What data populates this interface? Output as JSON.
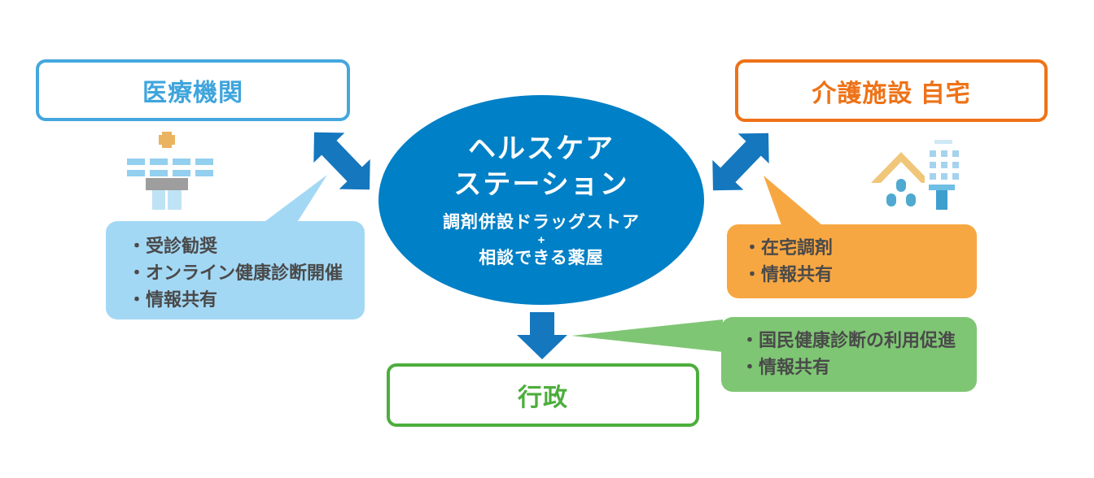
{
  "colors": {
    "hub_fill": "#0080C6",
    "arrow": "#1577BE",
    "medical_accent": "#3FA5DC",
    "medical_border": "#45A7DE",
    "medical_callout_fill": "#A3D8F5",
    "care_accent": "#EE7217",
    "care_callout_fill": "#F7A742",
    "government_accent": "#4CAE3C",
    "government_callout_fill": "#7FC674",
    "callout_text": "#4A4A4A"
  },
  "hub": {
    "title_line1": "ヘルスケア",
    "title_line2": "ステーション",
    "subtitle_line1": "調剤併設ドラッグストア",
    "subtitle_connector": "+",
    "subtitle_line2": "相談できる薬屋"
  },
  "medical": {
    "label": "医療機関",
    "icon": "hospital-icon",
    "callout_lines": [
      "・受診勧奨",
      "・オンライン健康診断開催",
      "・情報共有"
    ]
  },
  "care": {
    "label": "介護施設 自宅",
    "icons": [
      "house-icon",
      "office-building-icon"
    ],
    "callout_lines": [
      "・在宅調剤",
      "・情報共有"
    ]
  },
  "government": {
    "label": "行政",
    "callout_lines": [
      "・国民健康診断の利用促進",
      "・情報共有"
    ]
  },
  "arrows": [
    "medical-hub-bidirectional",
    "care-hub-bidirectional",
    "hub-to-government"
  ]
}
